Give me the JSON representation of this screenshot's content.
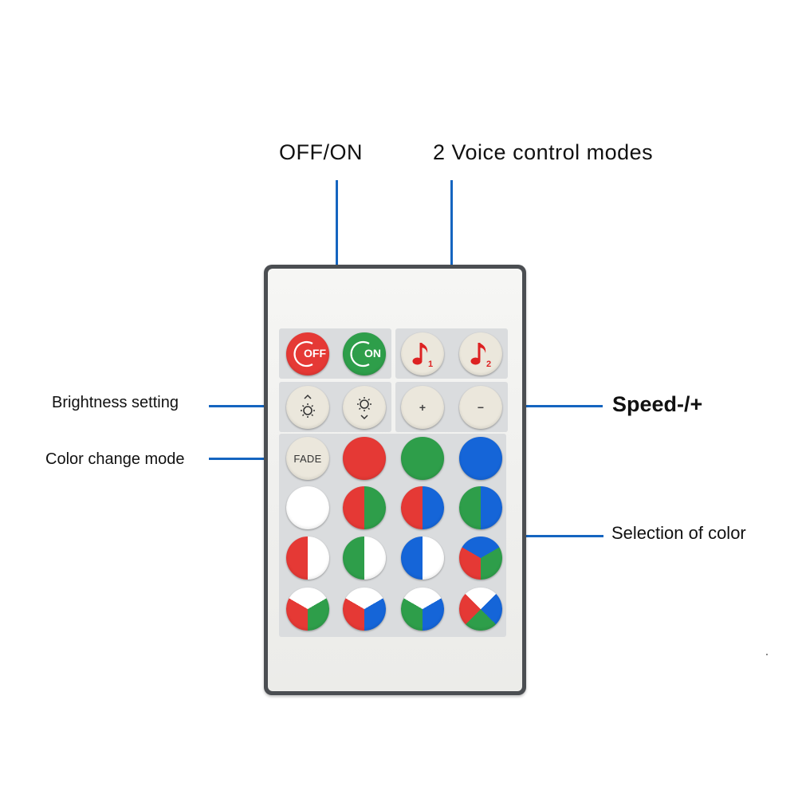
{
  "labels": {
    "off_on": "OFF/ON",
    "voice": "2 Voice control modes",
    "brightness": "Brightness setting",
    "color_change": "Color change mode",
    "speed": "Speed-/+",
    "selection": "Selection of color"
  },
  "buttons": {
    "off_text": "OFF",
    "on_text": "ON",
    "music1_num": "1",
    "music2_num": "2",
    "plus": "+",
    "minus": "−",
    "fade": "FADE"
  },
  "colors": {
    "red": "#e53935",
    "green": "#2e9e4a",
    "blue": "#1565d8",
    "white": "#ffffff",
    "line": "#1565c0",
    "remote_frame": "#4b4e52"
  }
}
